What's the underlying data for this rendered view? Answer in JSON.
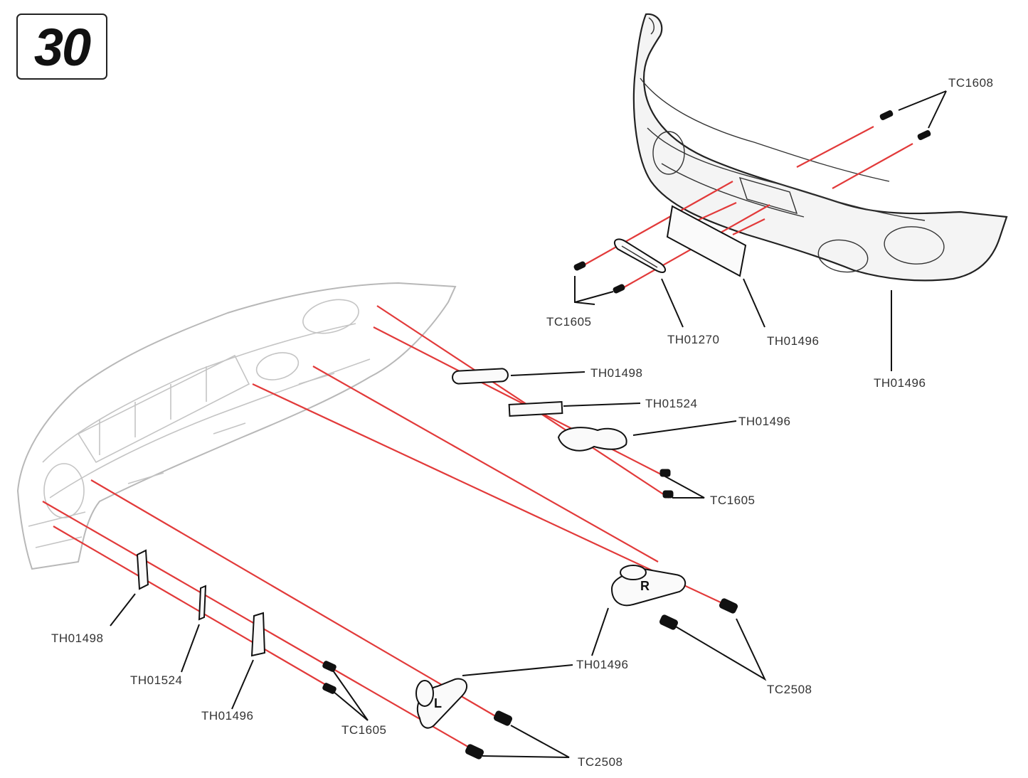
{
  "step": {
    "number": "30"
  },
  "labels": {
    "tc1608_top": "TC1608",
    "tc1605_top": "TC1605",
    "th01270": "TH01270",
    "th01496_plate": "TH01496",
    "th01496_bumper": "TH01496",
    "th01498_right": "TH01498",
    "th01524_right": "TH01524",
    "th01496_bracket_right": "TH01496",
    "tc1605_right": "TC1605",
    "th01498_left": "TH01498",
    "th01524_left": "TH01524",
    "th01496_left_clip": "TH01496",
    "tc1605_left": "TC1605",
    "th01496_mount": "TH01496",
    "tc2508_right": "TC2508",
    "tc2508_left": "TC2508"
  },
  "marks": {
    "right_bracket": "R",
    "left_bracket": "L"
  },
  "colors": {
    "assembly_line": "#e23a3a",
    "outline_dark": "#111111",
    "outline_ghost": "#b8b8b8"
  }
}
